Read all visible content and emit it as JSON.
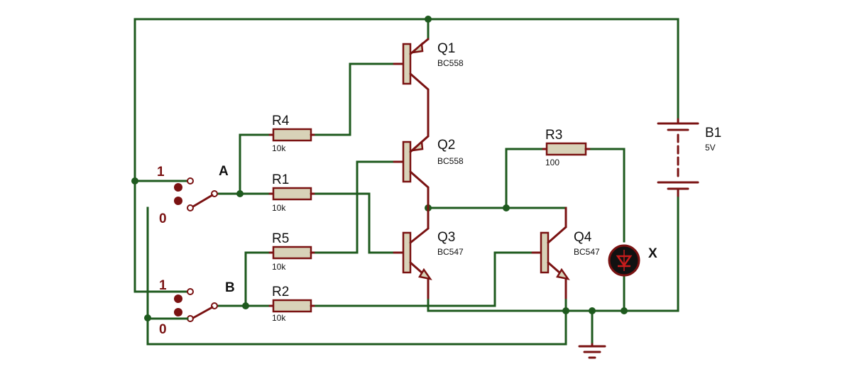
{
  "components": {
    "Q1": {
      "ref": "Q1",
      "model": "BC558"
    },
    "Q2": {
      "ref": "Q2",
      "model": "BC558"
    },
    "Q3": {
      "ref": "Q3",
      "model": "BC547"
    },
    "Q4": {
      "ref": "Q4",
      "model": "BC547"
    },
    "R1": {
      "ref": "R1",
      "value": "10k"
    },
    "R2": {
      "ref": "R2",
      "value": "10k"
    },
    "R3": {
      "ref": "R3",
      "value": "100"
    },
    "R4": {
      "ref": "R4",
      "value": "10k"
    },
    "R5": {
      "ref": "R5",
      "value": "10k"
    },
    "B1": {
      "ref": "B1",
      "value": "5V"
    }
  },
  "nodes": {
    "A": "A",
    "B": "B",
    "X": "X"
  },
  "switches": {
    "SW_A": {
      "high": "1",
      "low": "0"
    },
    "SW_B": {
      "high": "1",
      "low": "0"
    }
  },
  "colors": {
    "wire": "#1e5a1e",
    "component": "#7a1212",
    "body": "#d8d2b8"
  }
}
